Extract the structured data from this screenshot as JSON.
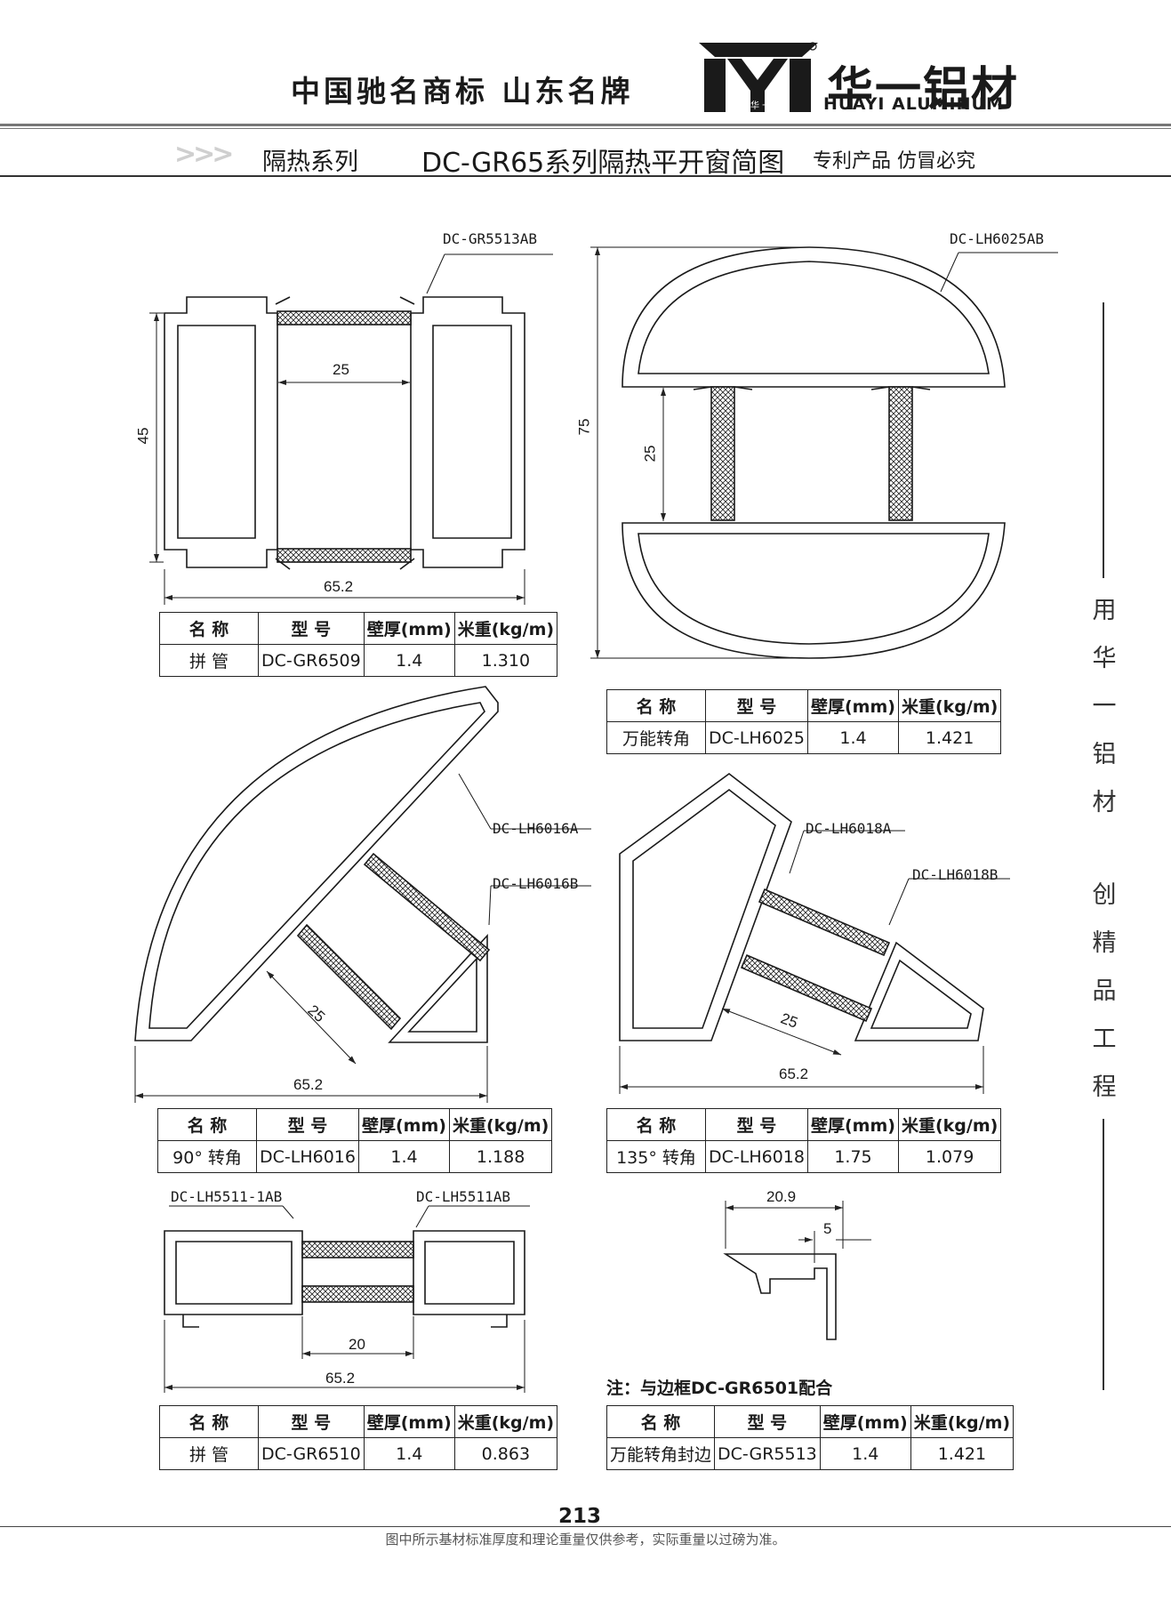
{
  "header": {
    "slogan": "中国驰名商标  山东名牌",
    "logo_cn": "华一铝材",
    "logo_en": "HUAYI ALUMINUM",
    "logo_mark": "华 一",
    "series": "隔热系列",
    "title": "DC-GR65系列隔热平开窗简图",
    "patent": "专利产品 仿冒必究",
    "arrow_glyph": ">>>"
  },
  "side_slogan": [
    "用",
    "华",
    "一",
    "铝",
    "材",
    "创",
    "精",
    "品",
    "工",
    "程"
  ],
  "drawings": {
    "d1": {
      "labels": [
        "DC-GR5513AB"
      ],
      "dims": [
        "25",
        "45",
        "65.2"
      ]
    },
    "d2": {
      "labels": [
        "DC-LH6025AB"
      ],
      "dims": [
        "75",
        "25"
      ]
    },
    "d3": {
      "labels": [
        "DC-LH6016A",
        "DC-LH6016B"
      ],
      "dims": [
        "25",
        "65.2"
      ]
    },
    "d4": {
      "labels": [
        "DC-LH6018A",
        "DC-LH6018B"
      ],
      "dims": [
        "25",
        "65.2"
      ]
    },
    "d5": {
      "labels": [
        "DC-LH5511-1AB",
        "DC-LH5511AB"
      ],
      "dims": [
        "20",
        "65.2"
      ]
    },
    "d6": {
      "dims": [
        "20.9",
        "5"
      ]
    }
  },
  "headers": [
    "名 称",
    "型 号",
    "壁厚(mm)",
    "米重(kg/m)"
  ],
  "tables": [
    {
      "name": "拼  管",
      "model": "DC-GR6509",
      "thickness": "1.4",
      "weight": "1.310"
    },
    {
      "name": "万能转角",
      "model": "DC-LH6025",
      "thickness": "1.4",
      "weight": "1.421"
    },
    {
      "name": "90° 转角",
      "model": "DC-LH6016",
      "thickness": "1.4",
      "weight": "1.188"
    },
    {
      "name": "135° 转角",
      "model": "DC-LH6018",
      "thickness": "1.75",
      "weight": "1.079"
    },
    {
      "name": "拼  管",
      "model": "DC-GR6510",
      "thickness": "1.4",
      "weight": "0.863"
    },
    {
      "name": "万能转角封边",
      "model": "DC-GR5513",
      "thickness": "1.4",
      "weight": "1.421"
    }
  ],
  "note": "注：与边框DC-GR6501配合",
  "page_number": "213",
  "footer": "图中所示基材标准厚度和理论重量仅供参考，实际重量以过磅为准。",
  "colors": {
    "ink": "#1a1a1a",
    "rule": "#777777",
    "arrow": "#cfcfcf"
  }
}
